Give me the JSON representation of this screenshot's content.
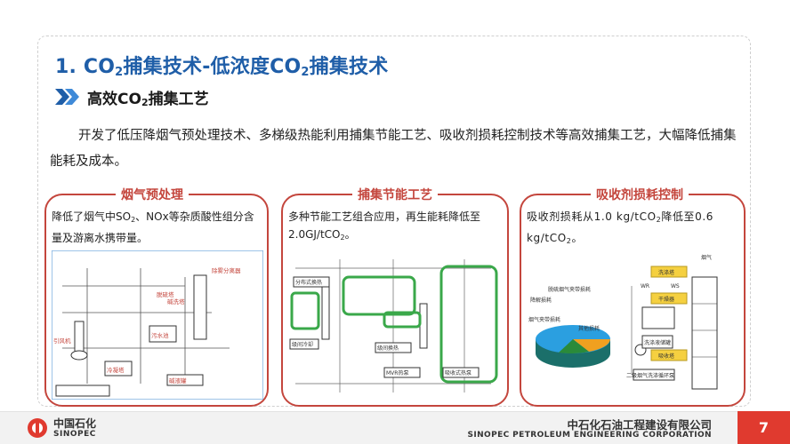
{
  "slide": {
    "title_prefix": "1. CO",
    "title_sub1": "2",
    "title_mid": "捕集技术-低浓度CO",
    "title_sub2": "2",
    "title_suffix": "捕集技术",
    "subtitle_prefix": "高效CO",
    "subtitle_sub": "2",
    "subtitle_suffix": "捕集工艺",
    "body": "开发了低压降烟气预处理技术、多梯级热能利用捕集节能工艺、吸收剂损耗控制技术等高效捕集工艺，大幅降低捕集能耗及成本。",
    "page_number": "7"
  },
  "panels": [
    {
      "title": "烟气预处理",
      "desc_a": "降低了烟气中SO",
      "desc_sub": "2",
      "desc_b": "、NOx等杂质酸性组分含量及游离水携带量。",
      "diagram_labels": [
        "脱硫塔",
        "碱洗塔",
        "除雾分离器",
        "引风机",
        "污水池",
        "冷凝塔",
        "碱液罐"
      ]
    },
    {
      "title": "捕集节能工艺",
      "desc_a": "多种节能工艺组合应用，再生能耗降低至2.0GJ/tCO",
      "desc_sub": "2",
      "desc_b": "。",
      "diagram_labels": [
        "分布式换热",
        "级间冷却",
        "级间换热",
        "MVR热泵",
        "吸收式热泵"
      ]
    },
    {
      "title": "吸收剂损耗控制",
      "desc_a": "吸收剂损耗从1.0 kg/tCO",
      "desc_sub": "2",
      "desc_b": "降低至0.6 kg/tCO",
      "desc_sub2": "2",
      "desc_c": "。",
      "diagram_labels": [
        "洗涤塔",
        "干燥器",
        "洗涤液储罐",
        "吸收塔",
        "二级烟气洗涤循环泵",
        "烟气",
        "WS",
        "WR"
      ],
      "pie_labels": [
        "脱硫烟气夹带损耗",
        "降解损耗",
        "烟气夹带损耗",
        "其他损耗"
      ]
    }
  ],
  "footer": {
    "logo_cn": "中国石化",
    "logo_en": "SINOPEC",
    "company_cn": "中石化石油工程建设有限公司",
    "company_en": "SINOPEC PETROLEUM ENGINEERING CORPORATION"
  },
  "colors": {
    "title_blue": "#1f5ea8",
    "panel_red": "#c4463d",
    "accent_red": "#e03a2f",
    "highlight_green": "#3aa84a"
  }
}
